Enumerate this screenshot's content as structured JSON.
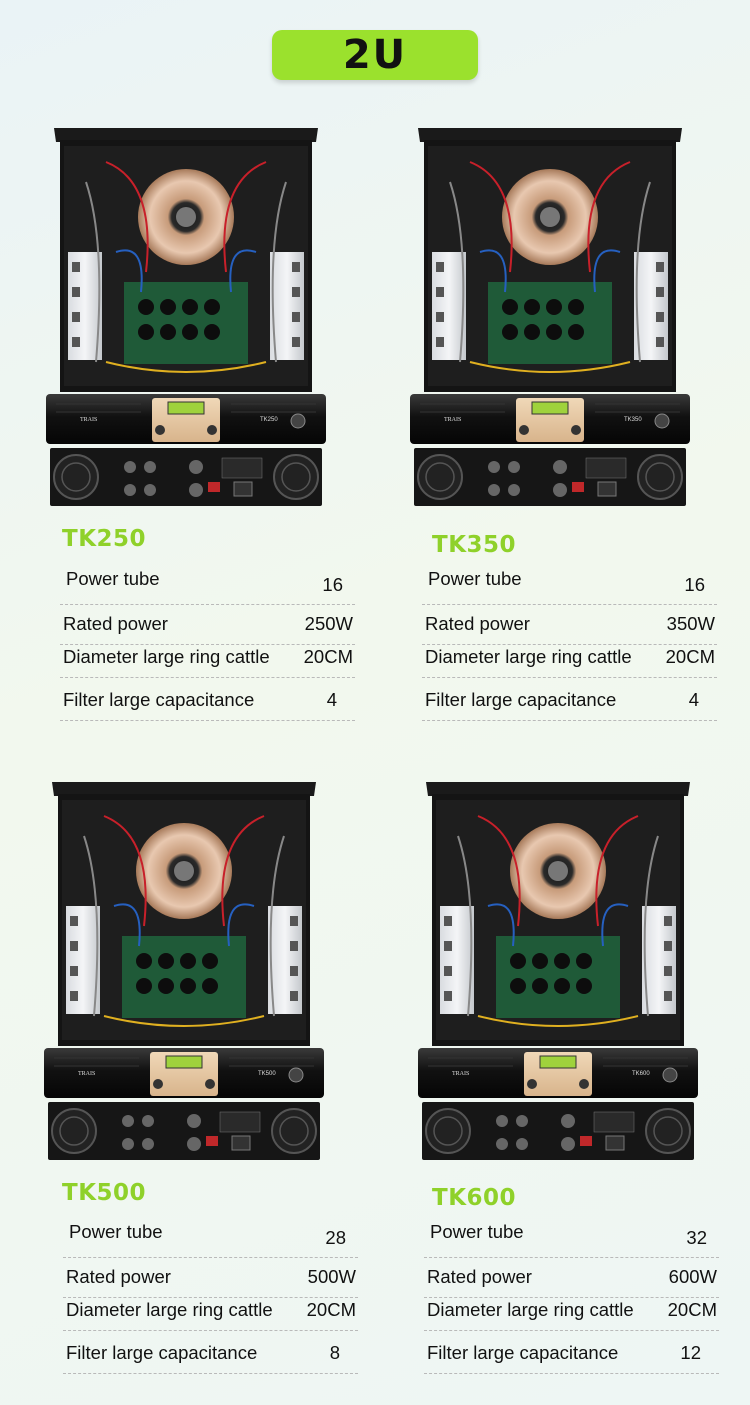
{
  "badge": "2U",
  "spec_labels": {
    "power_tube": "Power tube",
    "rated_power": "Rated power",
    "diameter": "Diameter large ring cattle",
    "filter": "Filter large capacitance"
  },
  "products": [
    {
      "model": "TK250",
      "brand": "TRAIS",
      "panel_label": "TK250",
      "specs": {
        "power_tube": "16",
        "rated_power": "250W",
        "diameter": "20CM",
        "filter": "4"
      }
    },
    {
      "model": "TK350",
      "brand": "TRAIS",
      "panel_label": "TK350",
      "specs": {
        "power_tube": "16",
        "rated_power": "350W",
        "diameter": "20CM",
        "filter": "4"
      }
    },
    {
      "model": "TK500",
      "brand": "TRAIS",
      "panel_label": "TK500",
      "specs": {
        "power_tube": "28",
        "rated_power": "500W",
        "diameter": "20CM",
        "filter": "8"
      }
    },
    {
      "model": "TK600",
      "brand": "TRAIS",
      "panel_label": "TK600",
      "specs": {
        "power_tube": "32",
        "rated_power": "600W",
        "diameter": "20CM",
        "filter": "12"
      }
    }
  ],
  "colors": {
    "accent": "#9be12d",
    "model_text": "#8fd12a"
  }
}
